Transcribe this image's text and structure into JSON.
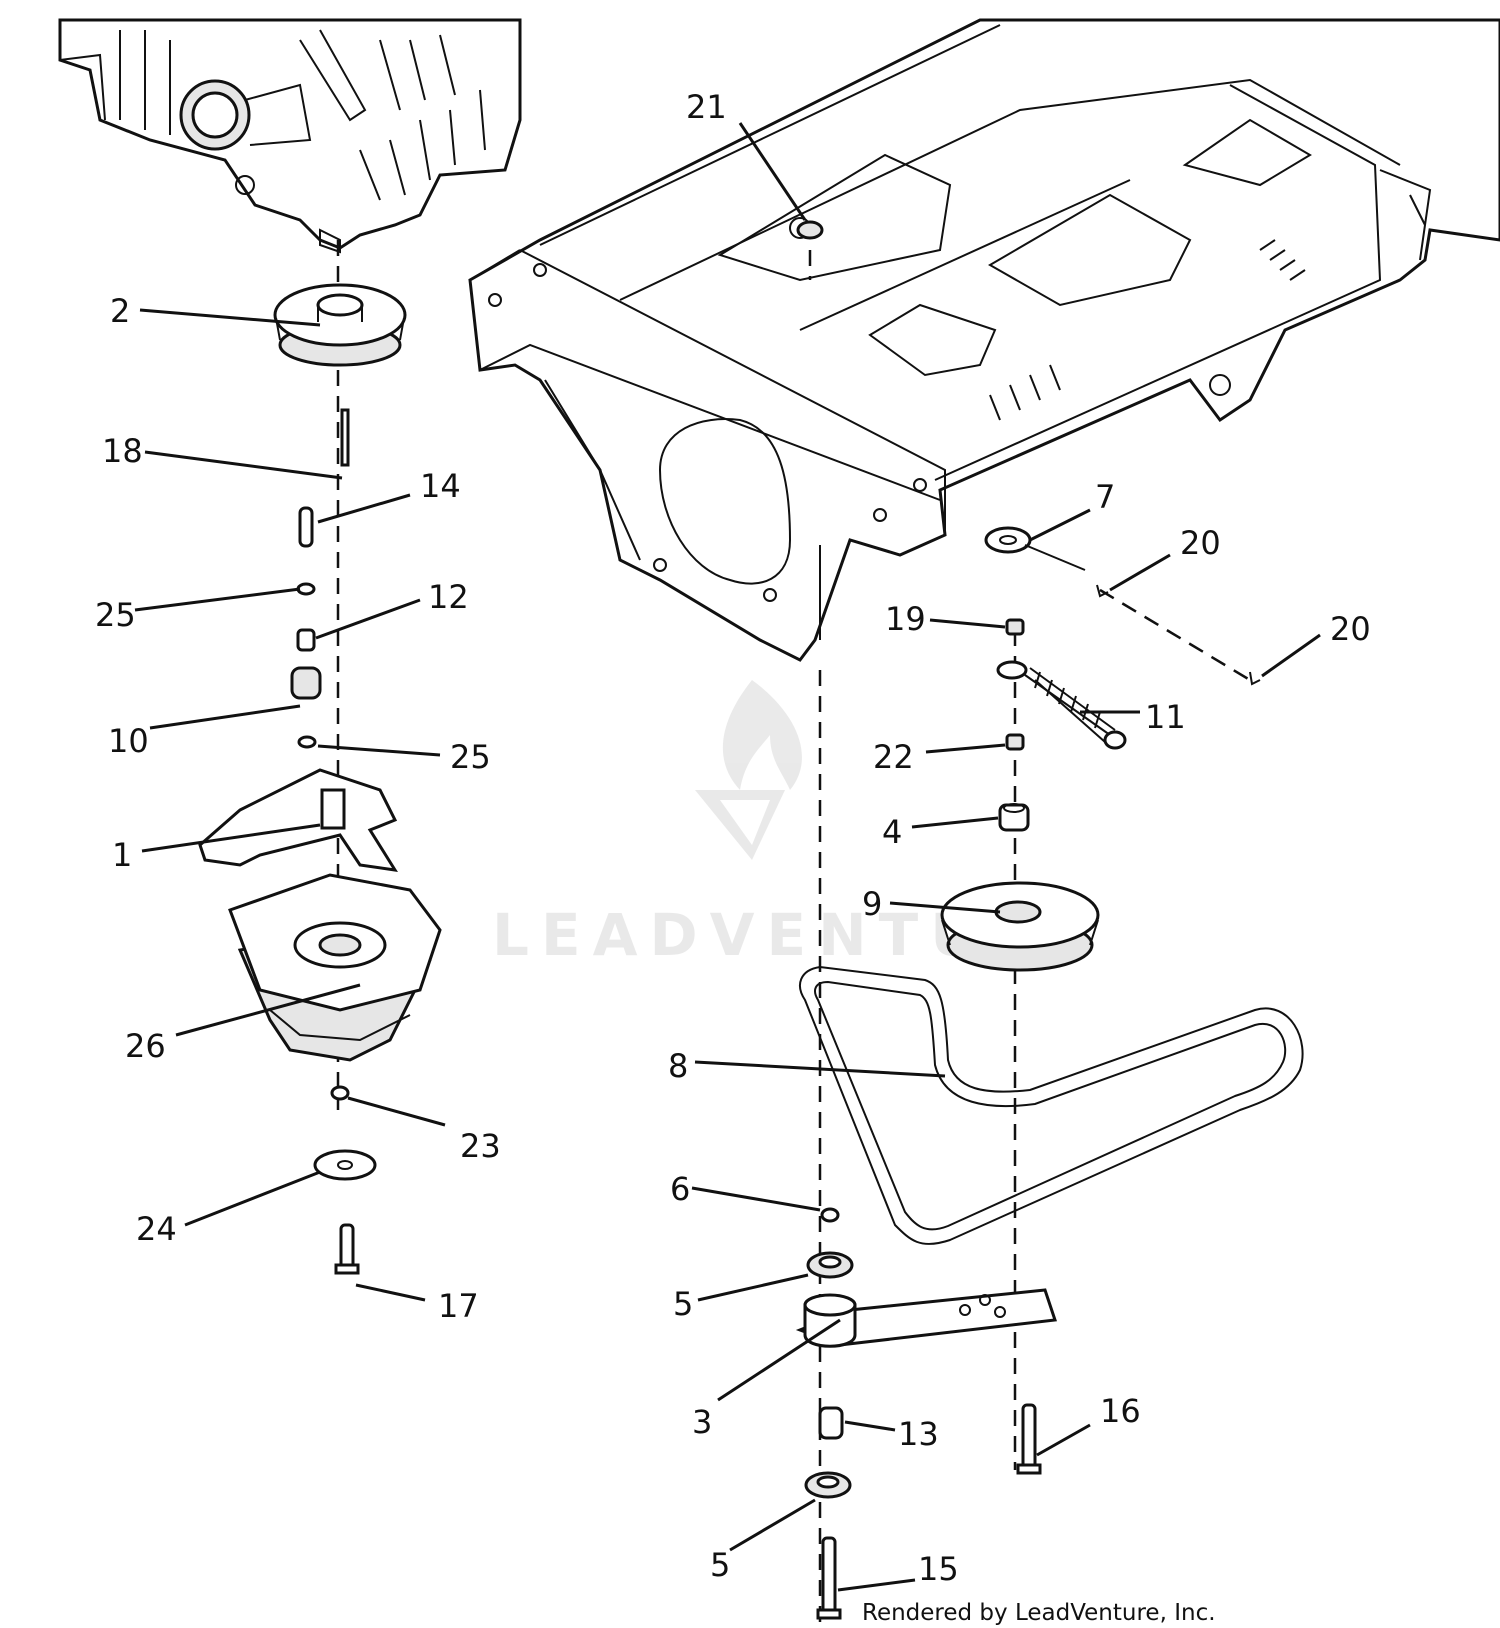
{
  "diagram": {
    "callouts": [
      {
        "id": "c2",
        "label": "2"
      },
      {
        "id": "c18",
        "label": "18"
      },
      {
        "id": "c14",
        "label": "14"
      },
      {
        "id": "c25a",
        "label": "25"
      },
      {
        "id": "c12",
        "label": "12"
      },
      {
        "id": "c10",
        "label": "10"
      },
      {
        "id": "c25b",
        "label": "25"
      },
      {
        "id": "c1",
        "label": "1"
      },
      {
        "id": "c26",
        "label": "26"
      },
      {
        "id": "c23",
        "label": "23"
      },
      {
        "id": "c24",
        "label": "24"
      },
      {
        "id": "c17",
        "label": "17"
      },
      {
        "id": "c21",
        "label": "21"
      },
      {
        "id": "c7",
        "label": "7"
      },
      {
        "id": "c20a",
        "label": "20"
      },
      {
        "id": "c20b",
        "label": "20"
      },
      {
        "id": "c19",
        "label": "19"
      },
      {
        "id": "c11",
        "label": "11"
      },
      {
        "id": "c22",
        "label": "22"
      },
      {
        "id": "c4",
        "label": "4"
      },
      {
        "id": "c9",
        "label": "9"
      },
      {
        "id": "c8",
        "label": "8"
      },
      {
        "id": "c6",
        "label": "6"
      },
      {
        "id": "c5a",
        "label": "5"
      },
      {
        "id": "c3",
        "label": "3"
      },
      {
        "id": "c13",
        "label": "13"
      },
      {
        "id": "c16",
        "label": "16"
      },
      {
        "id": "c5b",
        "label": "5"
      },
      {
        "id": "c15",
        "label": "15"
      }
    ],
    "watermark": "LEADVENTURE",
    "credit": "Rendered by LeadVenture, Inc."
  }
}
